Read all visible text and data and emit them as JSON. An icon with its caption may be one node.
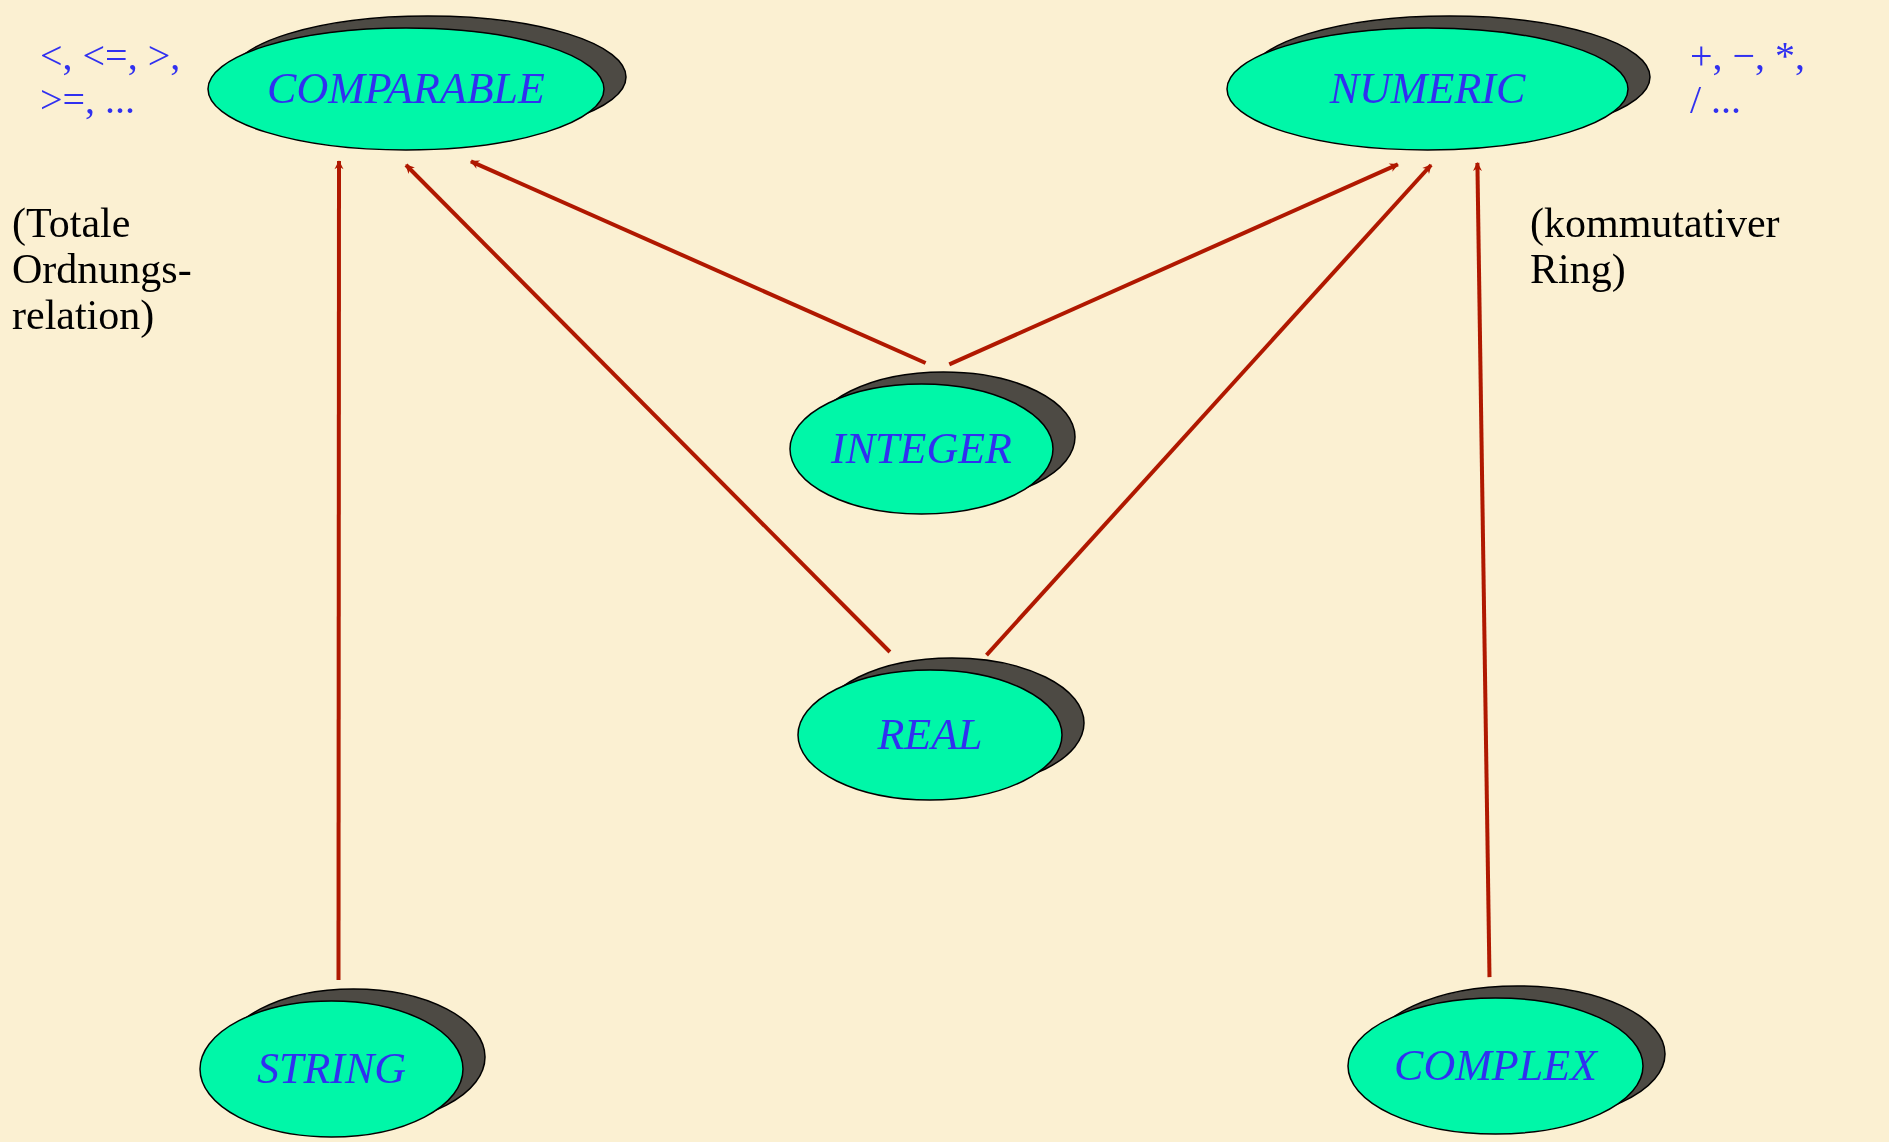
{
  "diagram": {
    "nodes": [
      {
        "text": [
          "COMPARABLE"
        ],
        "beside": [
          "<, <=, >, >=, ...",
          "(Totale Ordnungs-relation)"
        ]
      },
      {
        "text": [
          "NUMERIC"
        ],
        "beside": [
          "+, −, *, / ...",
          "(kommutativer Ring)"
        ]
      },
      {
        "text": [
          "INTEGER"
        ]
      },
      {
        "text": [
          "REAL"
        ]
      },
      {
        "text": [
          "STRING"
        ]
      },
      {
        "text": [
          "COMPLEX"
        ]
      }
    ],
    "edges": [
      {
        "from": 2,
        "to": 0,
        "arrow": "to"
      },
      {
        "from": 2,
        "to": 1,
        "arrow": "to"
      },
      {
        "from": 3,
        "to": 0,
        "arrow": "to"
      },
      {
        "from": 3,
        "to": 1,
        "arrow": "to"
      },
      {
        "from": 4,
        "to": 0,
        "arrow": "to"
      },
      {
        "from": 5,
        "to": 1,
        "arrow": "to"
      }
    ]
  }
}
